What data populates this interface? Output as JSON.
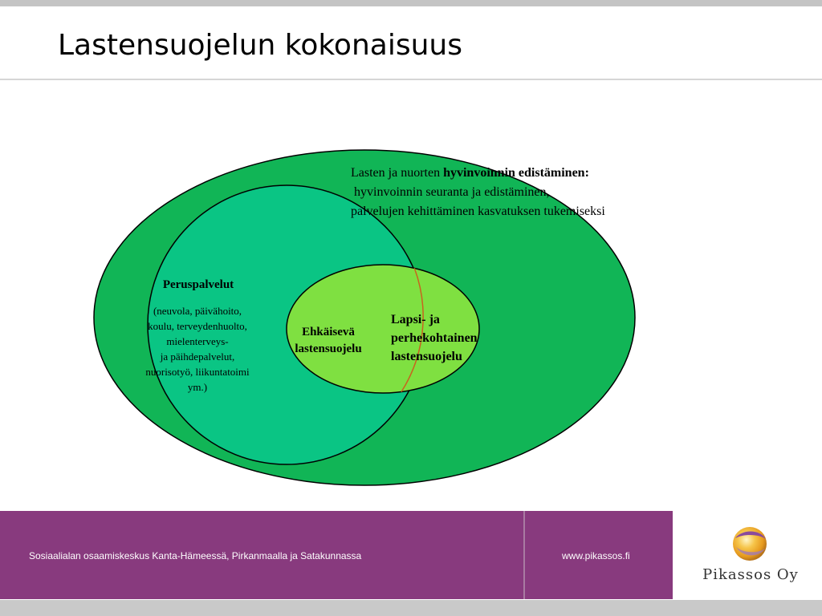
{
  "slide": {
    "title": "Lastensuojelun kokonaisuus"
  },
  "diagram": {
    "note": {
      "line1_prefix": "Lasten ja nuorten ",
      "line1_bold": "hyvinvoinnin edistäminen:",
      "line2": " hyvinvoinnin seuranta ja edistäminen,",
      "line3": "palvelujen kehittäminen kasvatuksen tukemiseksi"
    },
    "basic_services": {
      "title": "Peruspalvelut",
      "lines": [
        "(neuvola, päivähoito,",
        "koulu, terveydenhuolto,",
        "mielenterveys-",
        "ja päihdepalvelut,",
        "nuorisotyö, liikuntatoimi",
        "ym.)"
      ]
    },
    "preventive": {
      "lines": [
        "Ehkäisevä",
        "lastensuojelu"
      ]
    },
    "child_family": {
      "lines": [
        "Lapsi- ja",
        "perhekohtainen",
        "lastensuojelu"
      ]
    },
    "colors": {
      "outer_ellipse": "#11b556",
      "basic_circle": "#0ac584",
      "inner_ellipse": "#7fe041",
      "stroke": "#000000",
      "overlap_stroke": "#c8641e"
    }
  },
  "footer": {
    "organization": "Sosiaalialan osaamiskeskus Kanta-Hämeessä, Pirkanmaalla ja Satakunnassa",
    "url": "www.pikassos.fi",
    "logo_text": "Pikassos Oy",
    "logo_icon": "pikassos-sphere-icon",
    "band_color": "#883a7e"
  }
}
